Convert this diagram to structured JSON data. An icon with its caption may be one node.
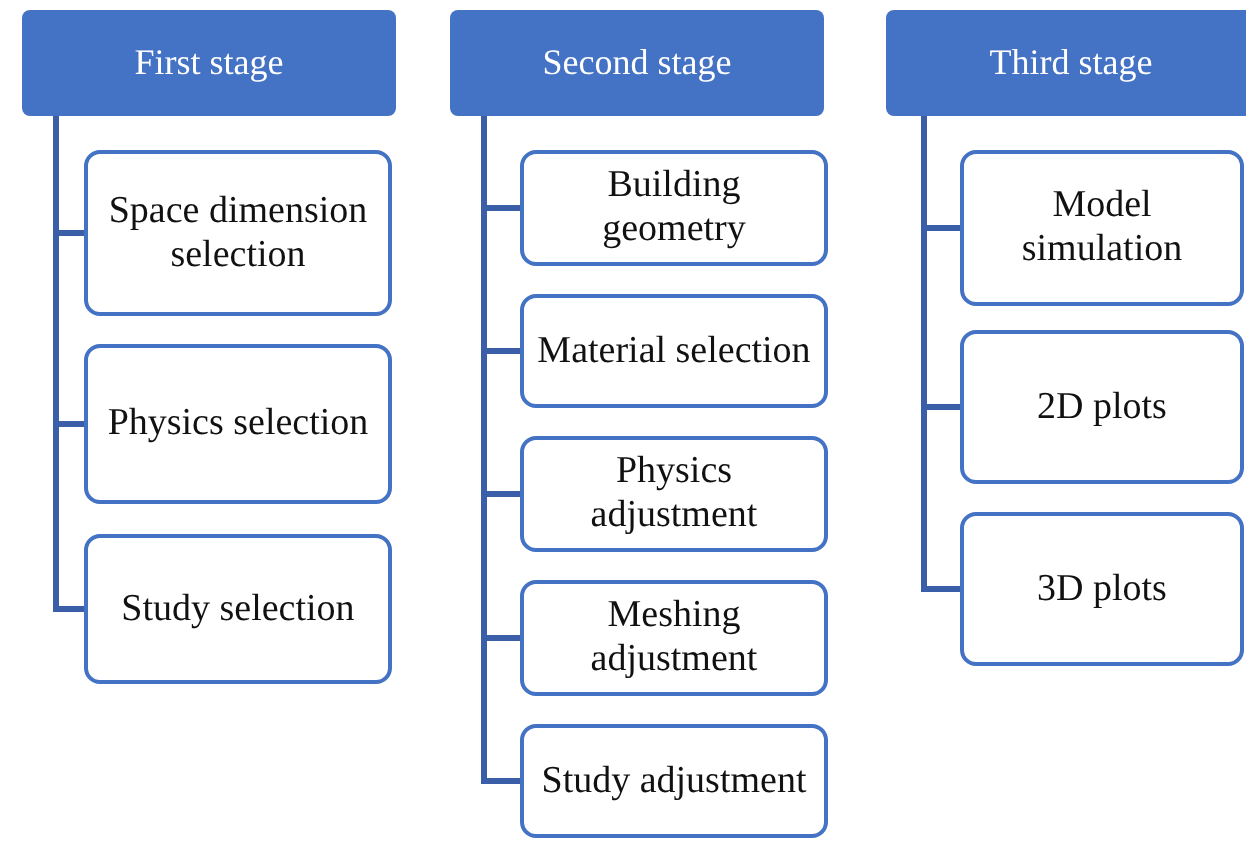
{
  "diagram": {
    "nodes": [
      {
        "text": [
          "First stage"
        ]
      },
      {
        "text": [
          "Space dimension selection"
        ]
      },
      {
        "text": [
          "Physics selection"
        ]
      },
      {
        "text": [
          "Study selection"
        ]
      },
      {
        "text": [
          "Second stage"
        ]
      },
      {
        "text": [
          "Building geometry"
        ]
      },
      {
        "text": [
          "Material selection"
        ]
      },
      {
        "text": [
          "Physics adjustment"
        ]
      },
      {
        "text": [
          "Meshing adjustment"
        ]
      },
      {
        "text": [
          "Study adjustment"
        ]
      },
      {
        "text": [
          "Third stage"
        ]
      },
      {
        "text": [
          "Model simulation"
        ]
      },
      {
        "text": [
          "2D plots"
        ]
      },
      {
        "text": [
          "3D plots"
        ]
      }
    ],
    "edges": [
      {
        "from": 0,
        "to": 1,
        "arrow": "none"
      },
      {
        "from": 0,
        "to": 2,
        "arrow": "none"
      },
      {
        "from": 0,
        "to": 3,
        "arrow": "none"
      },
      {
        "from": 4,
        "to": 5,
        "arrow": "none"
      },
      {
        "from": 4,
        "to": 6,
        "arrow": "none"
      },
      {
        "from": 4,
        "to": 7,
        "arrow": "none"
      },
      {
        "from": 4,
        "to": 8,
        "arrow": "none"
      },
      {
        "from": 4,
        "to": 9,
        "arrow": "none"
      },
      {
        "from": 10,
        "to": 11,
        "arrow": "none"
      },
      {
        "from": 10,
        "to": 12,
        "arrow": "none"
      },
      {
        "from": 10,
        "to": 13,
        "arrow": "none"
      }
    ]
  }
}
